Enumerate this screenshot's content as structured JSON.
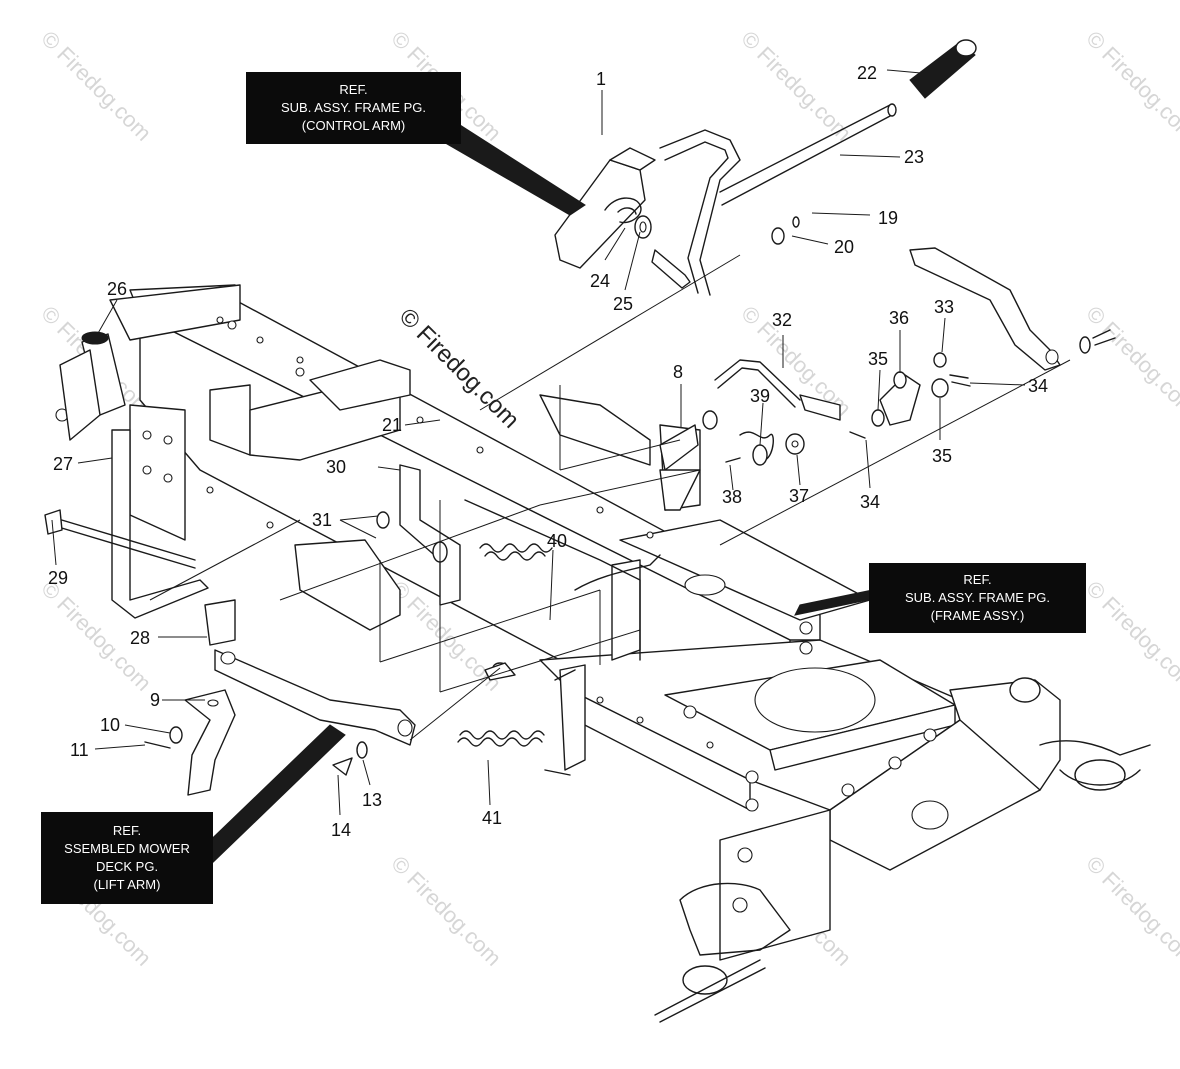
{
  "watermark": {
    "small": "© Firedog.com",
    "main": "© Firedog.com"
  },
  "ref_boxes": {
    "control_arm": [
      "REF.",
      "SUB. ASSY. FRAME PG.",
      "(CONTROL ARM)"
    ],
    "frame_assy": [
      "REF.",
      "SUB. ASSY. FRAME PG.",
      "(FRAME ASSY.)"
    ],
    "lift_arm": [
      "REF.",
      "SSEMBLED MOWER",
      "DECK PG.",
      "(LIFT ARM)"
    ]
  },
  "callouts": [
    "1",
    "8",
    "9",
    "10",
    "11",
    "13",
    "14",
    "19",
    "20",
    "21",
    "22",
    "23",
    "24",
    "25",
    "26",
    "27",
    "28",
    "29",
    "30",
    "31",
    "32",
    "33",
    "34",
    "34",
    "35",
    "35",
    "36",
    "37",
    "38",
    "39",
    "40",
    "41"
  ]
}
